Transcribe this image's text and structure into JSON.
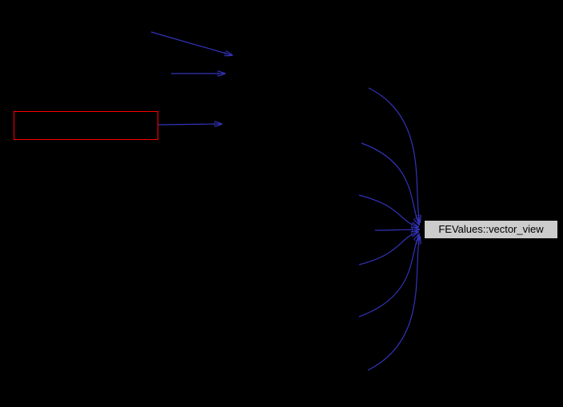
{
  "diagram": {
    "kind": "caller-graph",
    "colors": {
      "background": "#000000",
      "edge": "#3333bb",
      "highlight_border": "#ff0000",
      "node_background": "#cccccc",
      "node_text": "#000000"
    },
    "nodes": {
      "highlighted": {
        "label": ""
      },
      "target": {
        "label": "FEValues::vector_view"
      }
    },
    "edges": {
      "straight_count": 3,
      "curved_count": 7
    }
  }
}
